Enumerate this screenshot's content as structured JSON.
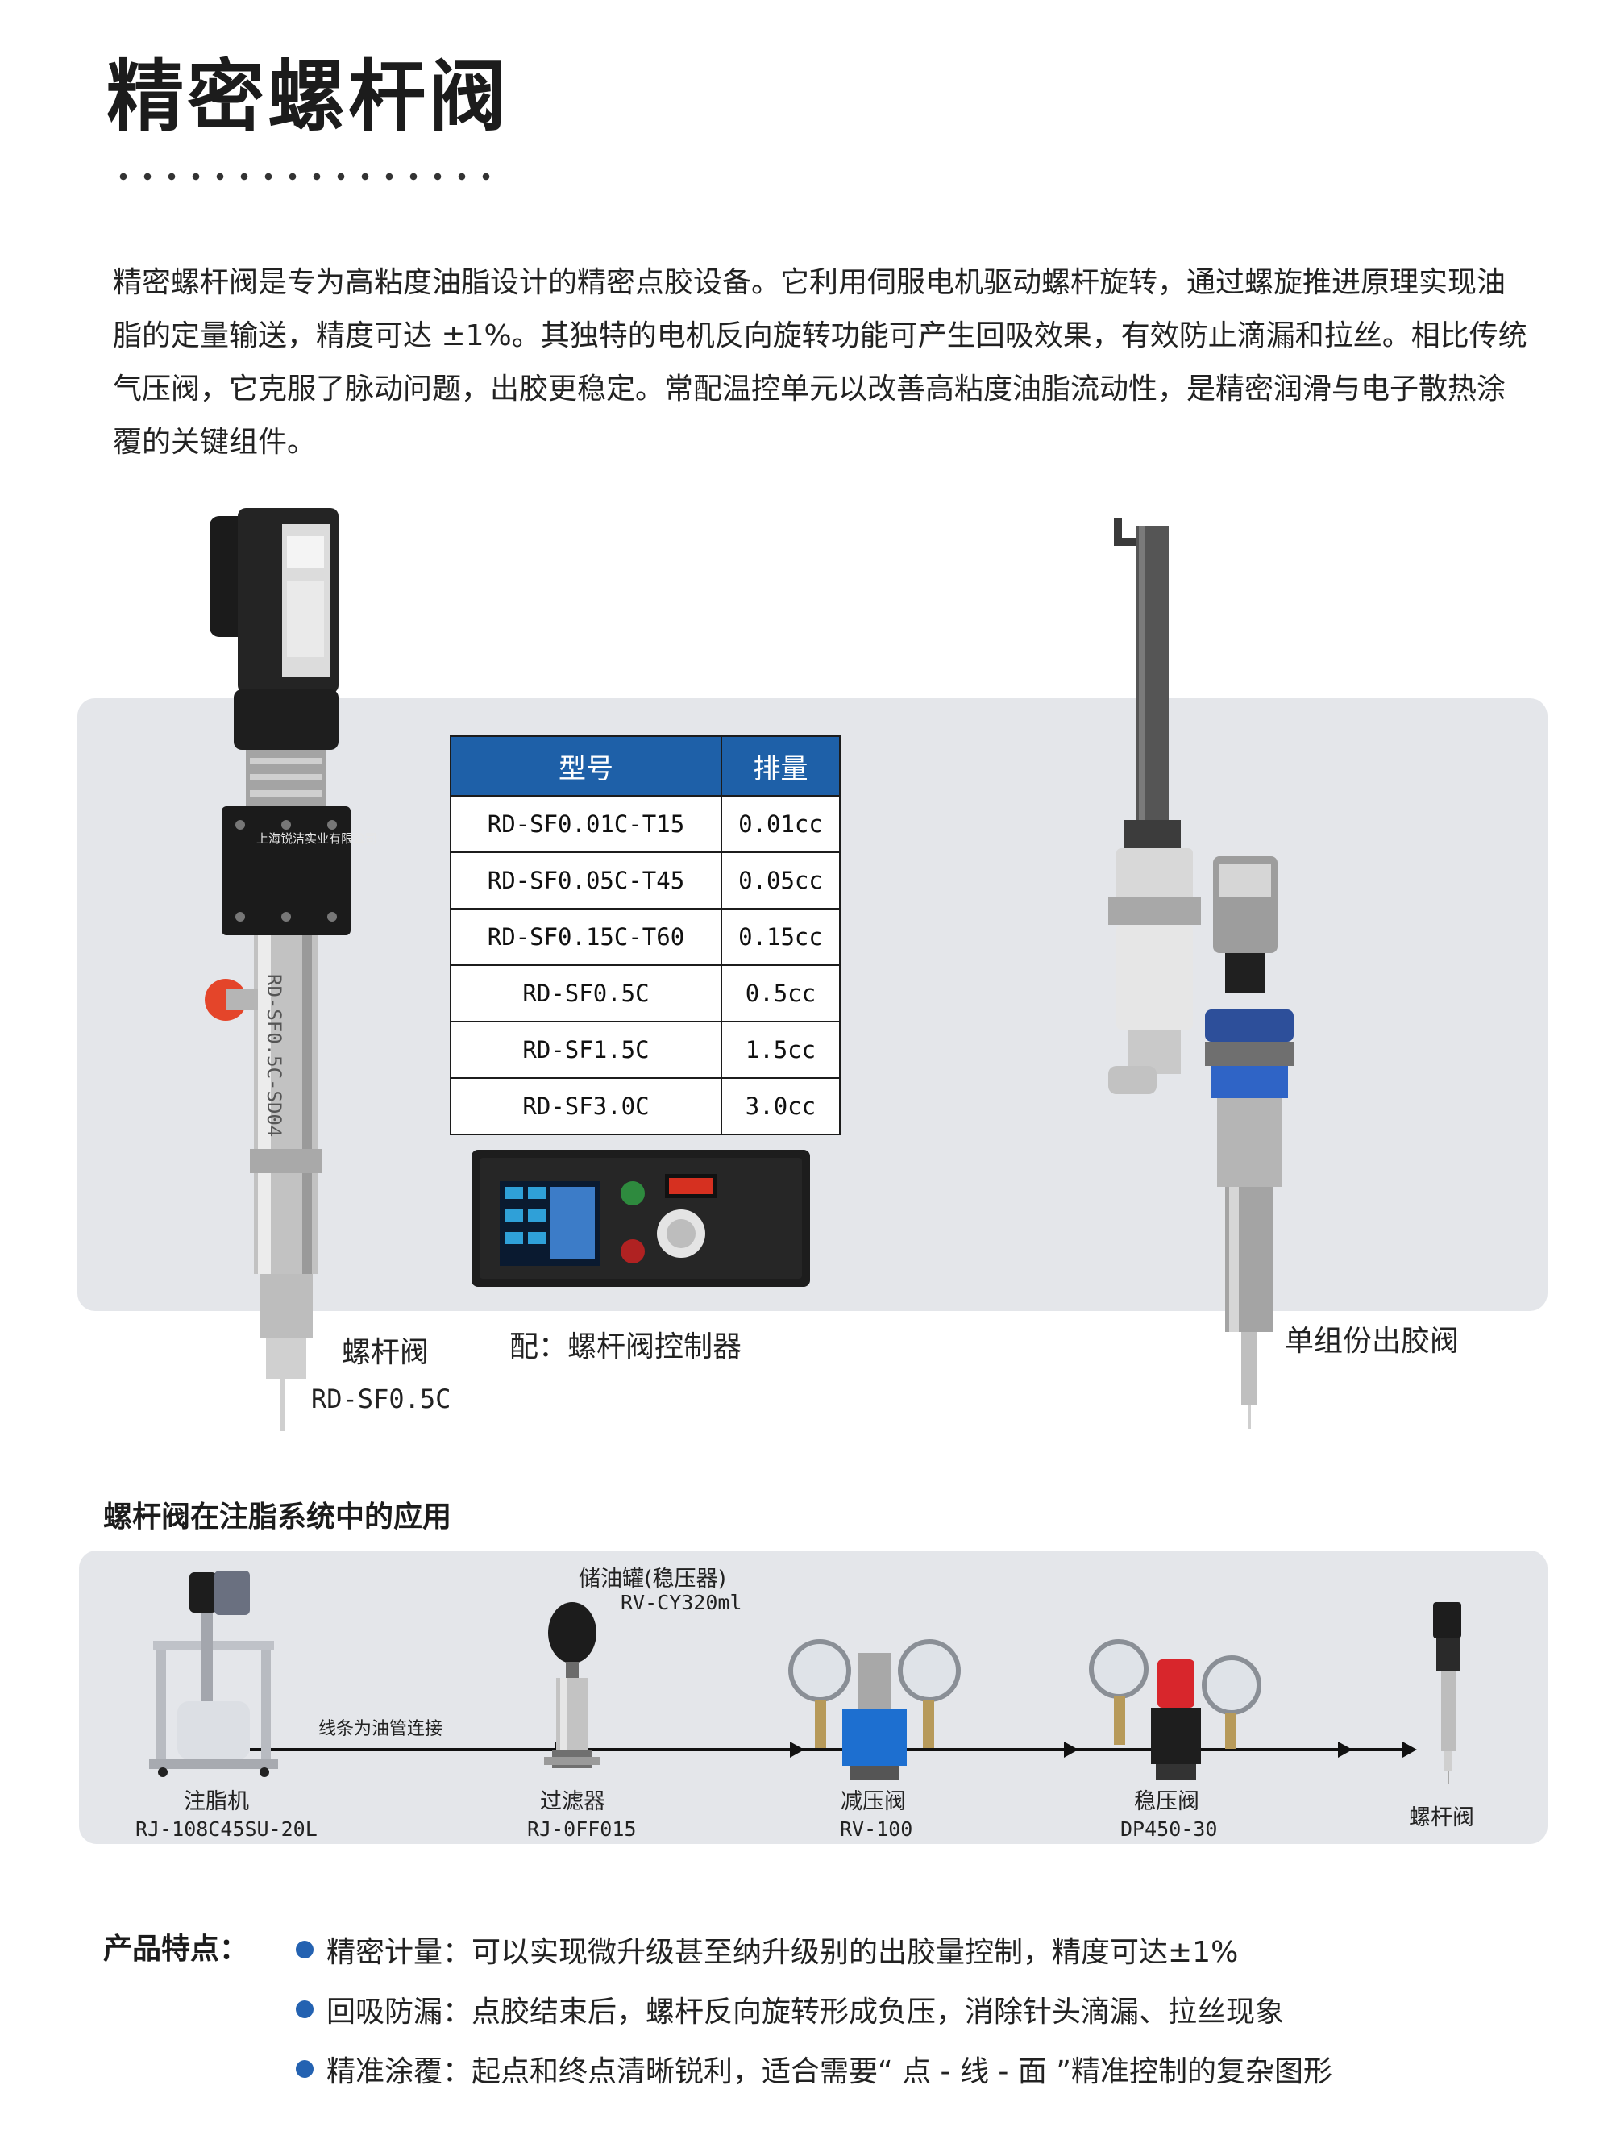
{
  "title": "精密螺杆阀",
  "intro": "精密螺杆阀是专为高粘度油脂设计的精密点胶设备。它利用伺服电机驱动螺杆旋转，通过螺旋推进原理实现油脂的定量输送，精度可达 ±1%。其独特的电机反向旋转功能可产生回吸效果，有效防止滴漏和拉丝。相比传统气压阀，它克服了脉动问题，出胶更稳定。常配温控单元以改善高粘度油脂流动性，是精密润滑与电子散热涂覆的关键组件。",
  "product": {
    "valve_caption": "螺杆阀",
    "valve_model": "RD-SF0.5C",
    "body_engraving": "RD-SF0.5C-SD04",
    "block_label": "上海锐洁实业有限公司",
    "controller_caption": "配：螺杆阀控制器",
    "single_valve_caption": "单组份出胶阀"
  },
  "spec_table": {
    "headers": [
      "型号",
      "排量"
    ],
    "rows": [
      [
        "RD-SF0.01C-T15",
        "0.01cc"
      ],
      [
        "RD-SF0.05C-T45",
        "0.05cc"
      ],
      [
        "RD-SF0.15C-T60",
        "0.15cc"
      ],
      [
        "RD-SF0.5C",
        "0.5cc"
      ],
      [
        "RD-SF1.5C",
        "1.5cc"
      ],
      [
        "RD-SF3.0C",
        "3.0cc"
      ]
    ]
  },
  "system": {
    "heading": "螺杆阀在注脂系统中的应用",
    "pipe_note": "线条为油管连接",
    "tank_label": "储油罐(稳压器)",
    "tank_model": "RV-CY320ml",
    "items": [
      {
        "label": "注脂机",
        "model": "RJ-108C45SU-20L"
      },
      {
        "label": "过滤器",
        "model": "RJ-0FF015"
      },
      {
        "label": "减压阀",
        "model": "RV-100"
      },
      {
        "label": "稳压阀",
        "model": "DP450-30"
      },
      {
        "label": "螺杆阀",
        "model": ""
      }
    ]
  },
  "features": {
    "heading": "产品特点：",
    "items": [
      "精密计量：可以实现微升级甚至纳升级别的出胶量控制，精度可达±1%",
      "回吸防漏：点胶结束后，螺杆反向旋转形成负压，消除针头滴漏、拉丝现象",
      "精准涂覆：起点和终点清晰锐利，适合需要“ 点 - 线 - 面 ”精准控制的复杂图形"
    ]
  },
  "colors": {
    "accent": "#1e60a8",
    "panel": "#e4e6ea",
    "bullet": "#2462b1"
  }
}
